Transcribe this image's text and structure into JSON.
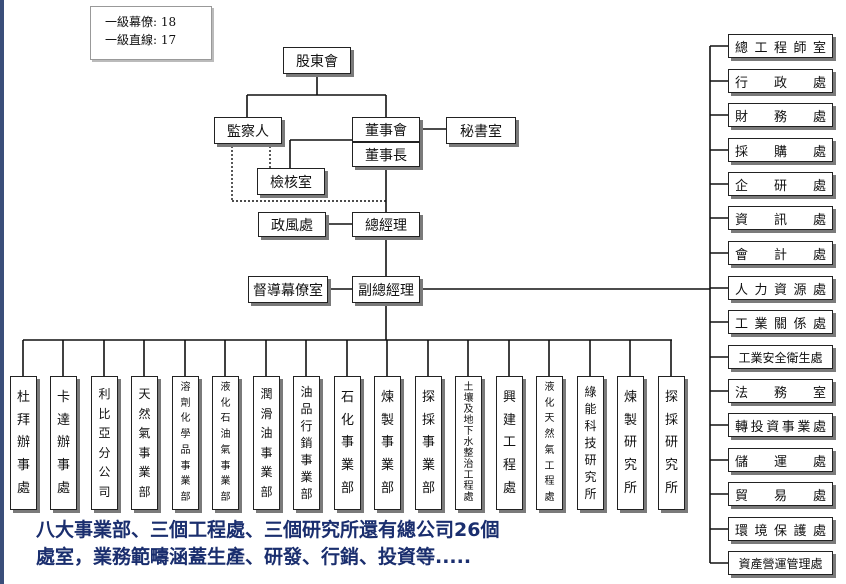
{
  "legend": {
    "line1": "一級幕僚: 18",
    "line2": "一級直線: 17"
  },
  "nodes": {
    "shareholders": "股東會",
    "supervisor": "監察人",
    "board": "董事會",
    "secretariat": "秘書室",
    "chairman": "董事長",
    "audit": "檢核室",
    "ethics": "政風處",
    "president": "總經理",
    "supervision_staff": "督導幕僚室",
    "vice_president": "副總經理"
  },
  "right_departments": [
    "總工程師室",
    "行政處",
    "財務處",
    "採購處",
    "企研處",
    "資訊處",
    "會計處",
    "人力資源處",
    "工業關係處",
    "工業安全衛生處",
    "法務室",
    "轉投資事業處",
    "儲運處",
    "貿易處",
    "環境保護處",
    "資產營運管理處"
  ],
  "bottom_units": [
    "杜拜辦事處",
    "卡達辦事處",
    "利比亞分公司",
    "天然氣事業部",
    "溶劑化學品事業部",
    "液化石油氣事業部",
    "潤滑油事業部",
    "油品行銷事業部",
    "石化事業部",
    "煉製事業部",
    "探採事業部",
    "土壤及地下水整治工程處",
    "興建工程處",
    "液化天然氣工程處",
    "綠能科技研究所",
    "煉製研究所",
    "探採研究所"
  ],
  "caption": {
    "line1": "八大事業部、三個工程處、三個研究所還有總公司26個",
    "line2": "處室，業務範疇涵蓋生產、研發、行銷、投資等....."
  }
}
